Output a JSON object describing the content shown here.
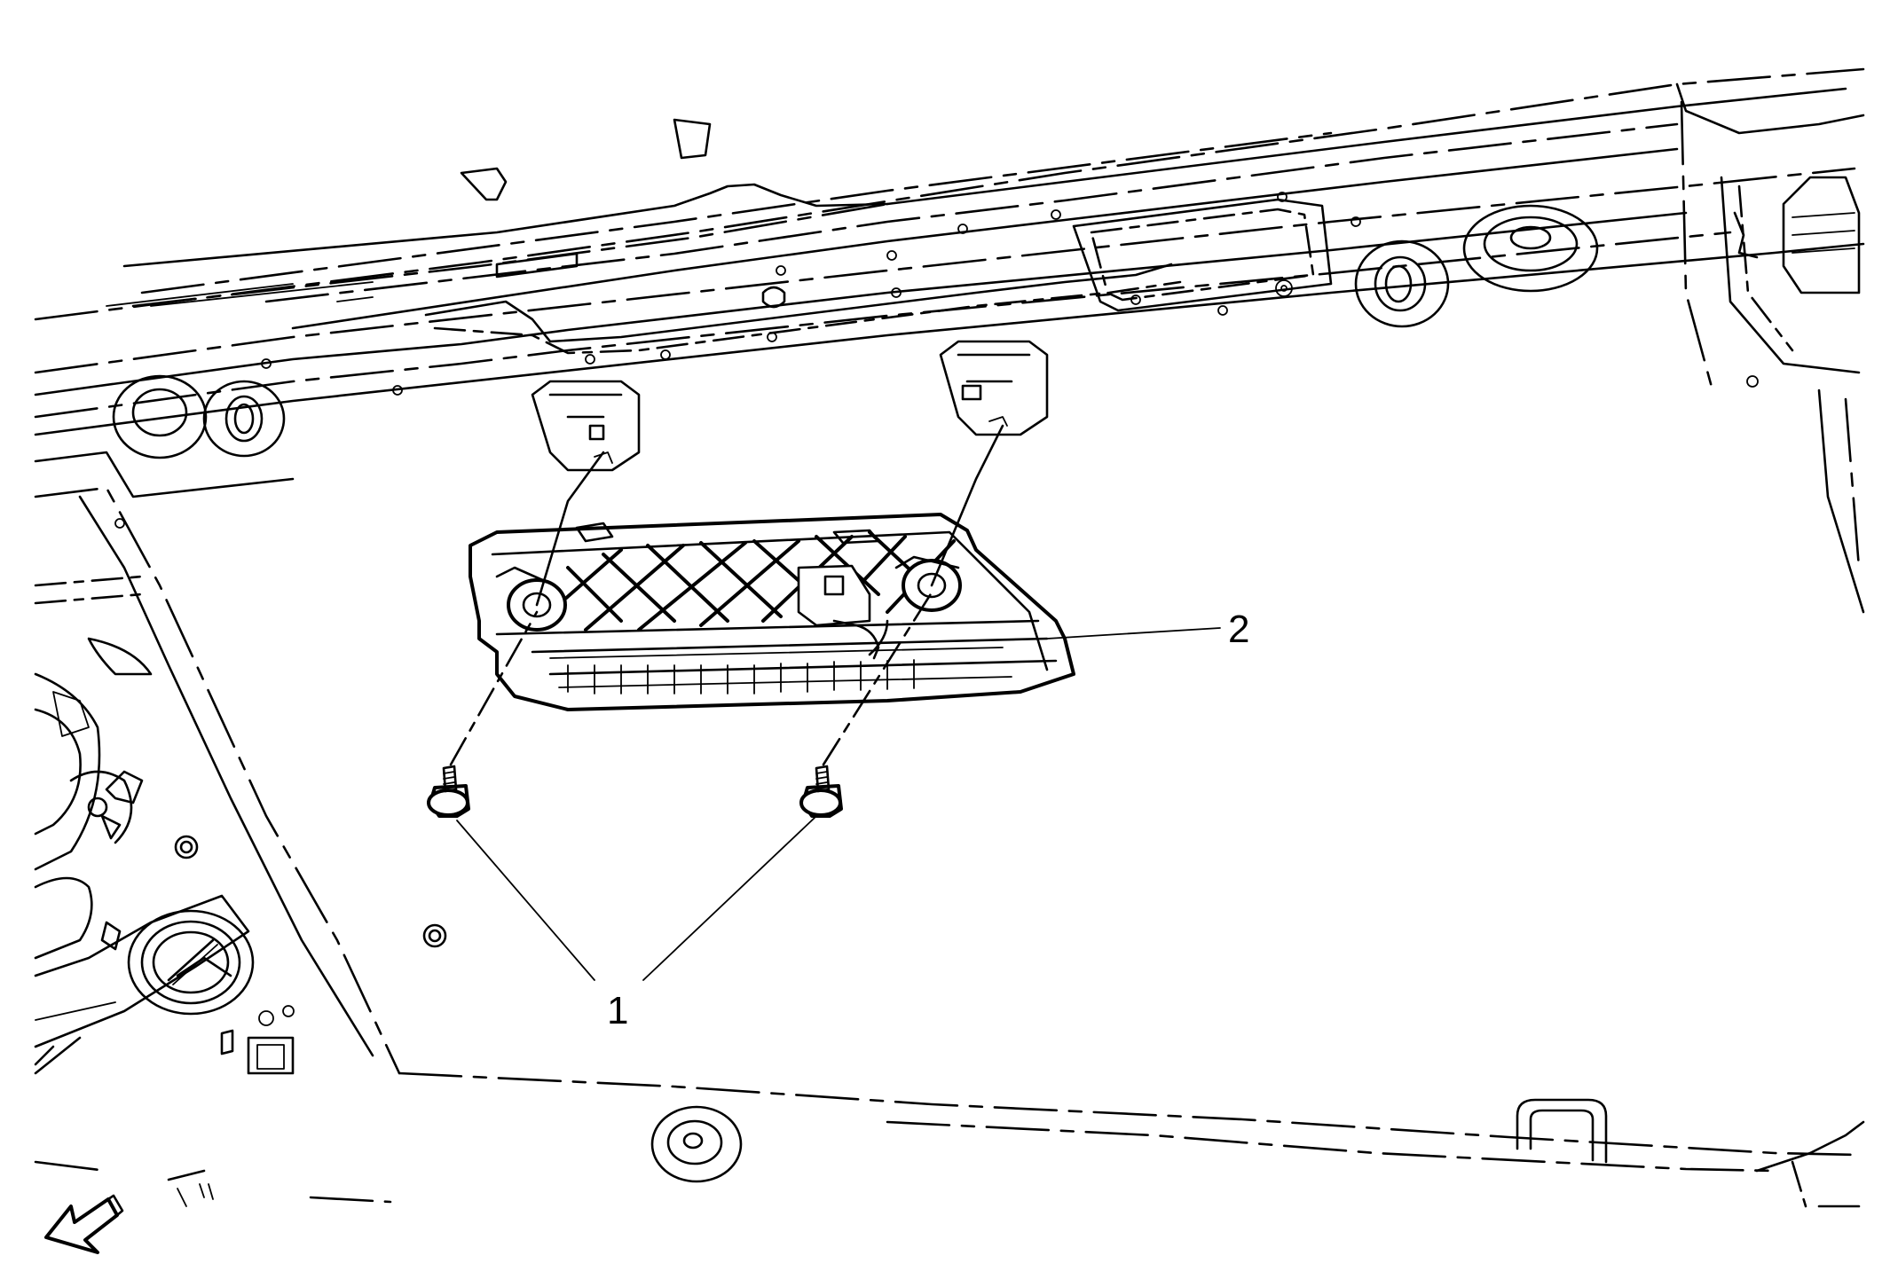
{
  "callouts": [
    {
      "id": "1",
      "label": "1"
    },
    {
      "id": "2",
      "label": "2"
    }
  ],
  "icons": {
    "orientation_arrow": "forward-direction-arrow-icon"
  },
  "colors": {
    "line": "#000000",
    "background": "#ffffff"
  }
}
